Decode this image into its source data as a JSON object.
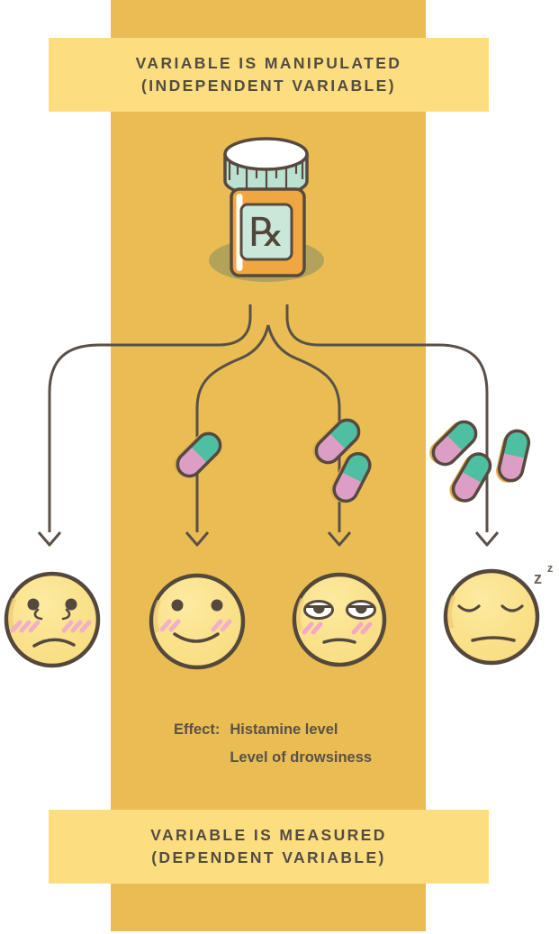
{
  "banner_top": {
    "line1": "VARIABLE IS MANIPULATED",
    "line2": "(INDEPENDENT VARIABLE)"
  },
  "banner_bottom": {
    "line1": "VARIABLE IS MEASURED",
    "line2": "(DEPENDENT VARIABLE)"
  },
  "bottle": {
    "rx_symbol": "℞"
  },
  "effect": {
    "label": "Effect:",
    "lines": [
      "Histamine level",
      "Level of drowsiness"
    ]
  },
  "sleep_z": {
    "large": "z",
    "small": "z"
  },
  "dose_groups": [
    {
      "pills": 0,
      "expression": "concerned"
    },
    {
      "pills": 1,
      "expression": "content"
    },
    {
      "pills": 2,
      "expression": "drowsy"
    },
    {
      "pills": 3,
      "expression": "asleep"
    }
  ],
  "colors": {
    "band": "#EABC54",
    "banner": "#FCDE80",
    "heading_text": "#544C43",
    "outline": "#57493F",
    "line": "#5A5048",
    "face_fill": "#F9DF85",
    "blush": "#F2AFC8",
    "pill_teal": "#4FBFA1",
    "pill_pink": "#DD9EC5",
    "bottle_orange": "#F0A742",
    "cap_mint": "#BBE1D0",
    "label_mint": "#C9E8DA",
    "shadow_olive": "#B3A259"
  }
}
